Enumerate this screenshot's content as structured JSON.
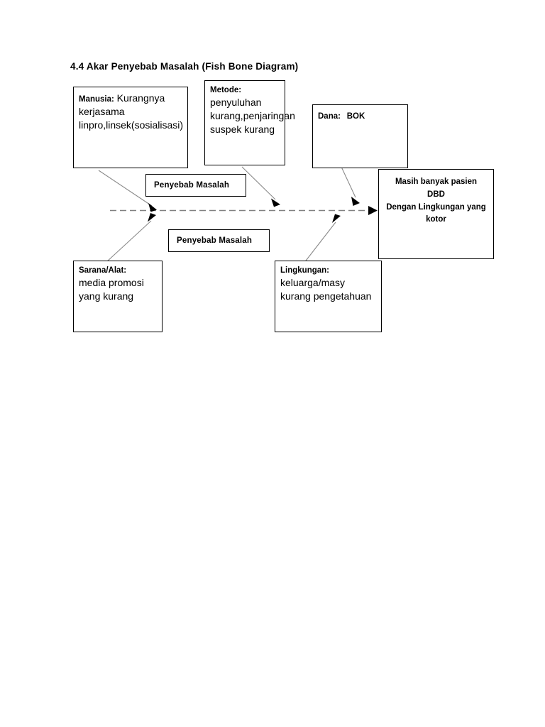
{
  "page": {
    "title": "4.4 Akar Penyebab Masalah (Fish Bone Diagram)",
    "background_color": "#ffffff",
    "text_color": "#000000"
  },
  "diagram": {
    "type": "fishbone",
    "spine": {
      "style": "dashed",
      "color": "#808080",
      "direction": "left-to-right",
      "arrowhead": "right"
    },
    "branch_color": "#8a8a8a",
    "causes": [
      {
        "id": "manusia",
        "label": "Manusia:",
        "text": "Kurangnya kerjasama linpro,linsek(sosialisasi)",
        "position": "top"
      },
      {
        "id": "metode",
        "label": "Metode:",
        "text": "penyuluhan kurang,penjaringan suspek kurang",
        "position": "top"
      },
      {
        "id": "dana",
        "label": "Dana:",
        "text": "BOK",
        "position": "top"
      },
      {
        "id": "sarana",
        "label": "Sarana/Alat:",
        "text": "media promosi yang kurang",
        "position": "bottom"
      },
      {
        "id": "lingkungan",
        "label": "Lingkungan:",
        "text": "keluarga/masy kurang pengetahuan",
        "position": "bottom"
      }
    ],
    "tags": [
      {
        "id": "tag-upper",
        "label": "Penyebab Masalah"
      },
      {
        "id": "tag-lower",
        "label": "Penyebab Masalah"
      }
    ],
    "effect": {
      "line1": "Masih banyak pasien DBD",
      "line2": "Dengan Lingkungan yang",
      "line3": "kotor"
    }
  }
}
